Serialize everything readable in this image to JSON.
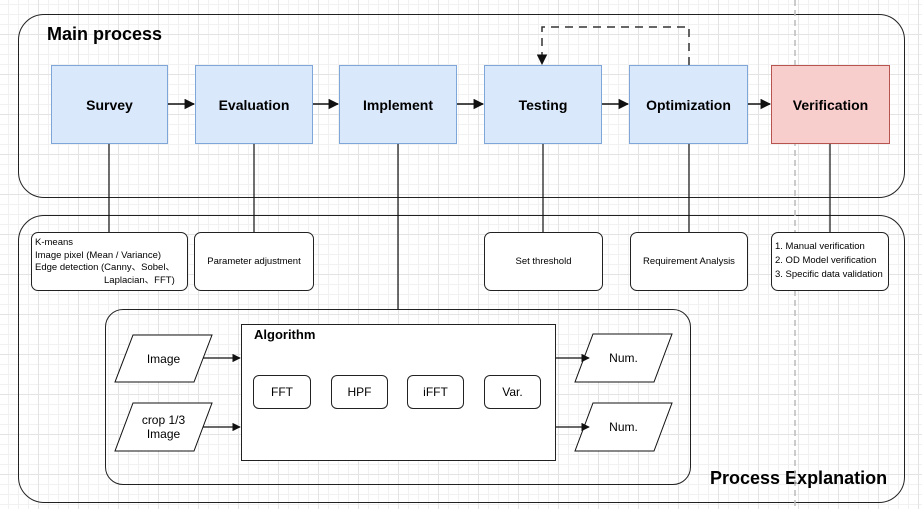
{
  "main_process": {
    "title": "Main process",
    "steps": {
      "survey": "Survey",
      "evaluation": "Evaluation",
      "implement": "Implement",
      "testing": "Testing",
      "optimization": "Optimization",
      "verification": "Verification"
    }
  },
  "process_explanation": {
    "title": "Process Explanation",
    "notes": {
      "survey": [
        "K-means",
        "Image pixel (Mean / Variance)",
        "Edge detection (Canny、Sobel、",
        "Laplacian、FFT)"
      ],
      "evaluation": "Parameter adjustment",
      "testing": "Set threshold",
      "optimization": "Requirement Analysis",
      "verification": [
        "1. Manual verification",
        "2. OD Model verification",
        "3. Specific data validation"
      ]
    },
    "algorithm": {
      "title": "Algorithm",
      "inputs": [
        "Image",
        "crop 1/3\nImage"
      ],
      "ops": [
        "FFT",
        "HPF",
        "iFFT",
        "Var."
      ],
      "outputs": [
        "Num.",
        "Num."
      ]
    }
  },
  "colors": {
    "step_fill": "#dae8fc",
    "step_border": "#7ea6d8",
    "verification_fill": "#f8cecc",
    "verification_border": "#b85450",
    "line": "#222222"
  }
}
